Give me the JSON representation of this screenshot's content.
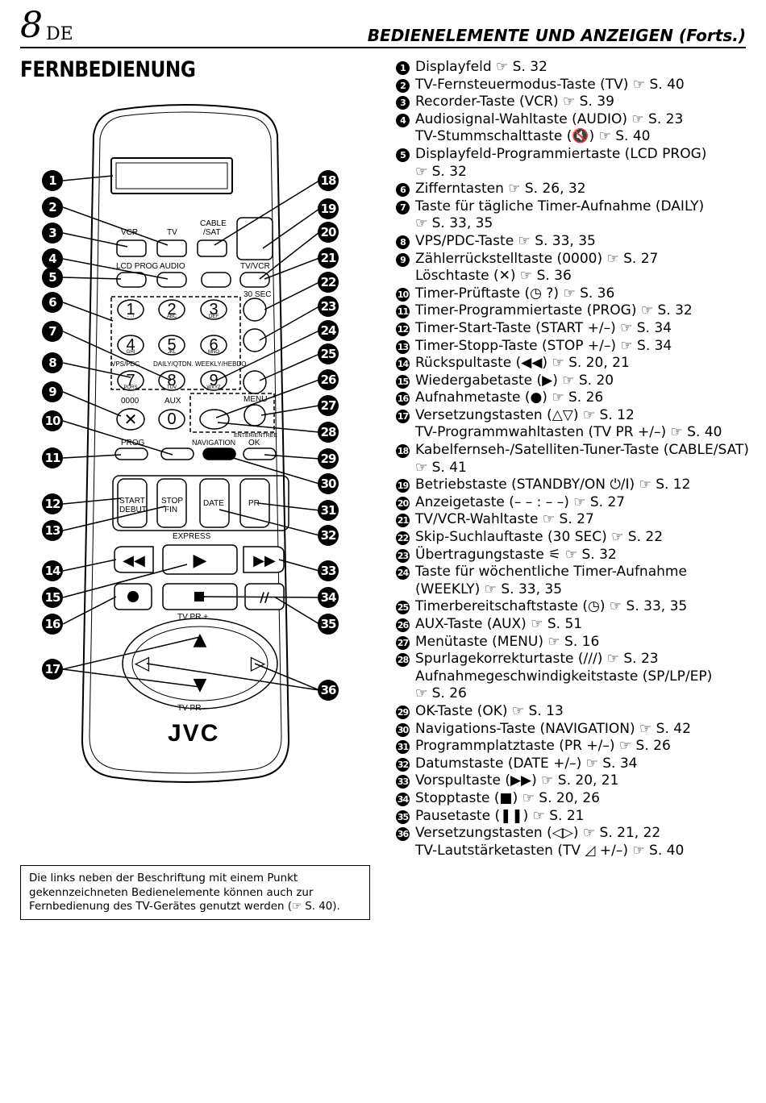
{
  "header": {
    "page_number": "8",
    "language": "DE",
    "section": "BEDIENELEMENTE UND ANZEIGEN (Forts.)"
  },
  "title": "FERNBEDIENUNG",
  "items": [
    {
      "num": "1",
      "lines": [
        "Displayfeld ☞ S. 32"
      ]
    },
    {
      "num": "2",
      "lines": [
        "TV-Fernsteuermodus-Taste (TV) ☞ S. 40"
      ]
    },
    {
      "num": "3",
      "lines": [
        "Recorder-Taste (VCR) ☞ S. 39"
      ]
    },
    {
      "num": "4",
      "lines": [
        "Audiosignal-Wahltaste (AUDIO) ☞ S. 23",
        "TV-Stummschalttaste (🔇) ☞ S. 40"
      ]
    },
    {
      "num": "5",
      "lines": [
        "Displayfeld-Programmiertaste (LCD PROG)",
        "☞ S. 32"
      ]
    },
    {
      "num": "6",
      "lines": [
        "Zifferntasten ☞ S. 26, 32"
      ]
    },
    {
      "num": "7",
      "lines": [
        "Taste für tägliche Timer-Aufnahme (DAILY)",
        "☞ S. 33, 35"
      ]
    },
    {
      "num": "8",
      "lines": [
        "VPS/PDC-Taste ☞ S. 33, 35"
      ]
    },
    {
      "num": "9",
      "lines": [
        "Zählerrückstelltaste (0000) ☞ S. 27",
        "Löschtaste (✕) ☞ S. 36"
      ]
    },
    {
      "num": "10",
      "lines": [
        "Timer-Prüftaste (◷ ?) ☞ S. 36"
      ]
    },
    {
      "num": "11",
      "lines": [
        "Timer-Programmiertaste (PROG) ☞ S. 32"
      ]
    },
    {
      "num": "12",
      "lines": [
        "Timer-Start-Taste (START +/–) ☞ S. 34"
      ]
    },
    {
      "num": "13",
      "lines": [
        "Timer-Stopp-Taste (STOP +/–) ☞ S. 34"
      ]
    },
    {
      "num": "14",
      "lines": [
        "Rückspultaste (◀◀) ☞ S. 20, 21"
      ]
    },
    {
      "num": "15",
      "lines": [
        "Wiedergabetaste (▶) ☞ S. 20"
      ]
    },
    {
      "num": "16",
      "lines": [
        "Aufnahmetaste (●) ☞ S. 26"
      ]
    },
    {
      "num": "17",
      "lines": [
        "Versetzungstasten (△▽) ☞ S. 12",
        "TV-Programmwahltasten (TV PR +/–) ☞ S. 40"
      ]
    },
    {
      "num": "18",
      "lines": [
        "Kabelfernseh-/Satelliten-Tuner-Taste (CABLE/SAT)",
        "☞ S. 41"
      ]
    },
    {
      "num": "19",
      "lines": [
        "Betriebstaste (STANDBY/ON ⏻/I) ☞ S. 12"
      ]
    },
    {
      "num": "20",
      "lines": [
        "Anzeigetaste (– – : – –) ☞ S. 27"
      ]
    },
    {
      "num": "21",
      "lines": [
        "TV/VCR-Wahltaste ☞ S. 27"
      ]
    },
    {
      "num": "22",
      "lines": [
        "Skip-Suchlauftaste (30 SEC) ☞ S. 22"
      ]
    },
    {
      "num": "23",
      "lines": [
        "Übertragungstaste ⚟ ☞ S. 32"
      ]
    },
    {
      "num": "24",
      "lines": [
        "Taste für wöchentliche Timer-Aufnahme",
        "(WEEKLY) ☞ S. 33, 35"
      ]
    },
    {
      "num": "25",
      "lines": [
        "Timerbereitschaftstaste (◷) ☞ S. 33, 35"
      ]
    },
    {
      "num": "26",
      "lines": [
        "AUX-Taste (AUX) ☞ S. 51"
      ]
    },
    {
      "num": "27",
      "lines": [
        "Menütaste (MENU) ☞ S. 16"
      ]
    },
    {
      "num": "28",
      "lines": [
        "Spurlagekorrekturtaste (///) ☞ S. 23",
        "Aufnahmegeschwindigkeitstaste (SP/LP/EP)",
        "☞ S. 26"
      ]
    },
    {
      "num": "29",
      "lines": [
        "OK-Taste (OK) ☞ S. 13"
      ]
    },
    {
      "num": "30",
      "lines": [
        "Navigations-Taste (NAVIGATION) ☞ S. 42"
      ]
    },
    {
      "num": "31",
      "lines": [
        "Programmplatztaste (PR +/–) ☞ S. 26"
      ]
    },
    {
      "num": "32",
      "lines": [
        "Datumstaste (DATE +/–) ☞ S. 34"
      ]
    },
    {
      "num": "33",
      "lines": [
        "Vorspultaste (▶▶) ☞ S. 20, 21"
      ]
    },
    {
      "num": "34",
      "lines": [
        "Stopptaste (■) ☞ S. 20, 26"
      ]
    },
    {
      "num": "35",
      "lines": [
        "Pausetaste (❚❚) ☞ S. 21"
      ]
    },
    {
      "num": "36",
      "lines": [
        "Versetzungstasten (◁▷) ☞ S. 21, 22",
        "TV-Lautstärketasten (TV ◿ +/–) ☞ S. 40"
      ]
    }
  ],
  "note": {
    "lines": [
      "Die links neben der Beschriftung mit einem Punkt",
      "gekennzeichneten Bedienelemente können auch zur",
      "Fernbedienung des TV-Gerätes genutzt werden (☞ S. 40)."
    ]
  },
  "remote": {
    "brand": "JVC",
    "labels": {
      "vcr": "VCR",
      "tv": "TV",
      "cable": "CABLE",
      "sat": "/SAT",
      "lcd_prog": "LCD PROG",
      "audio": "AUDIO",
      "tvvcr": "TV/VCR",
      "sec30": "30 SEC",
      "vps": "VPS/PDC",
      "daily": "DAILY/QTDN.",
      "weekly": "WEEKLY/HEBDO",
      "d0000": "0000",
      "aux": "AUX",
      "menu": "MENU",
      "enter": "ENTER/ENTREE",
      "prog": "PROG",
      "nav": "NAVIGATION",
      "ok": "OK",
      "start": "START",
      "debut": "DEBUT",
      "stop": "STOP",
      "fin": "FIN",
      "date": "DATE",
      "pr": "PR",
      "express": "EXPRESS",
      "tvpr_top": "TV PR +",
      "tvpr_bottom": "TV PR –"
    },
    "digits": [
      {
        "d": "1",
        "s": "- . /"
      },
      {
        "d": "2",
        "s": "ABC"
      },
      {
        "d": "3",
        "s": "DEF"
      },
      {
        "d": "4",
        "s": "GHI"
      },
      {
        "d": "5",
        "s": "JKL"
      },
      {
        "d": "6",
        "s": "MNO"
      },
      {
        "d": "7",
        "s": "PQRS"
      },
      {
        "d": "8",
        "s": "TUV"
      },
      {
        "d": "9",
        "s": "WXYZ"
      },
      {
        "d": "0",
        "s": ""
      }
    ],
    "callouts_left": [
      "1",
      "2",
      "3",
      "4",
      "5",
      "6",
      "7",
      "8",
      "9",
      "10",
      "11",
      "12",
      "13",
      "14",
      "15",
      "16",
      "17"
    ],
    "callouts_right": [
      "18",
      "19",
      "20",
      "21",
      "22",
      "23",
      "24",
      "25",
      "26",
      "27",
      "28",
      "29",
      "30",
      "31",
      "32",
      "33",
      "34",
      "35",
      "36"
    ]
  }
}
